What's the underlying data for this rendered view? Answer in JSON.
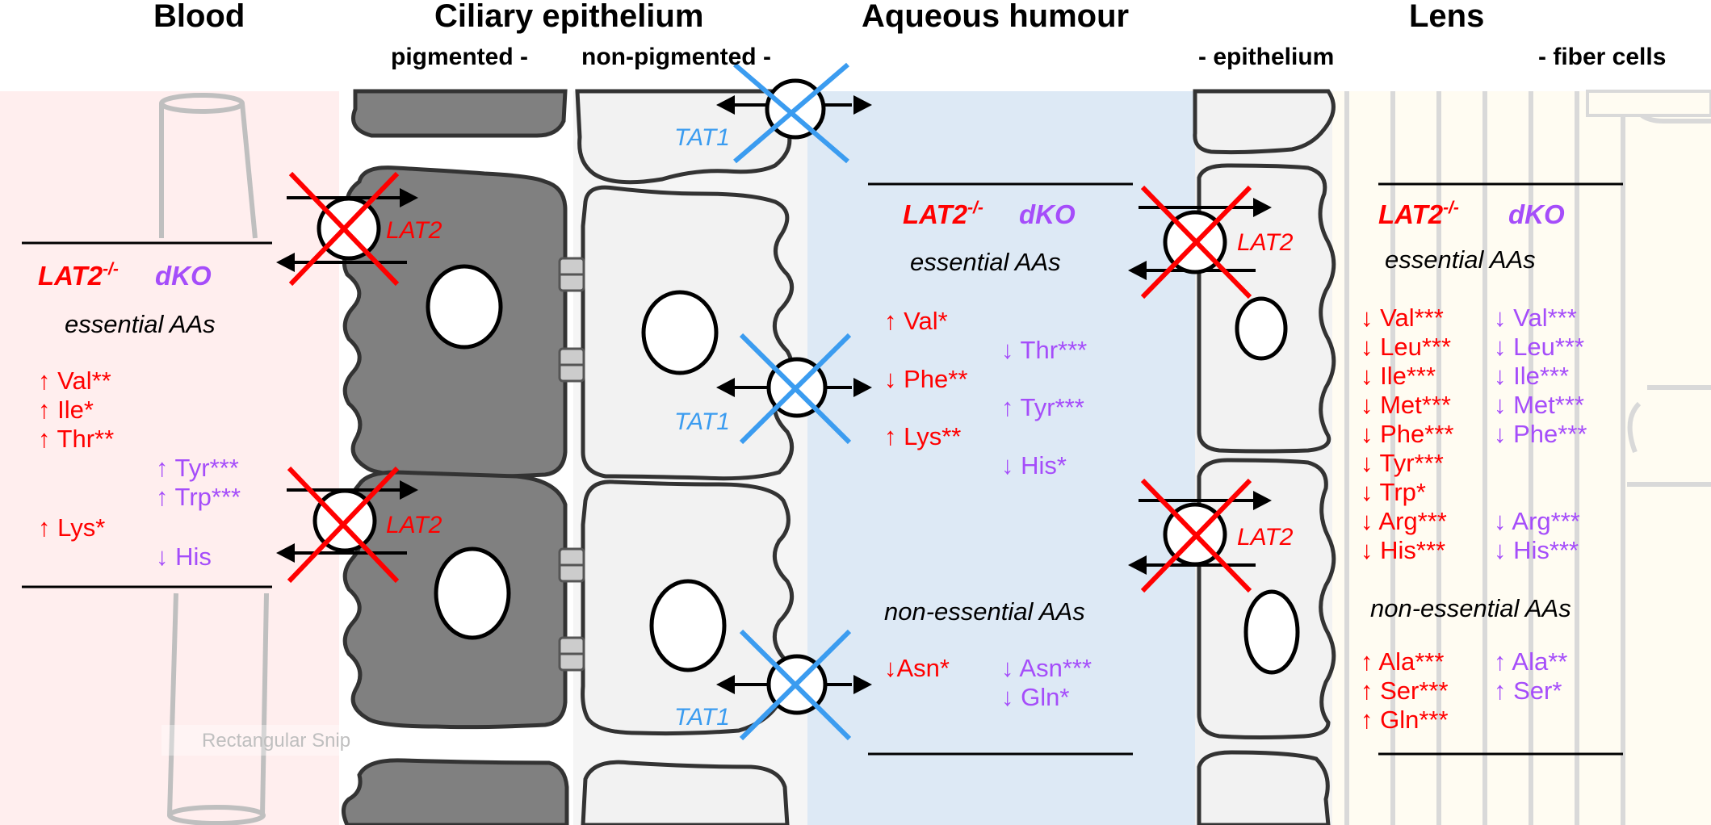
{
  "headers": {
    "blood": "Blood",
    "ciliary": "Ciliary epithelium",
    "aqueous": "Aqueous humour",
    "lens": "Lens",
    "pigmented": "pigmented -",
    "non_pigmented": "non-pigmented -",
    "lens_epithelium": "- epithelium",
    "fiber_cells": "- fiber cells"
  },
  "legend": {
    "lat2_ko": "LAT2",
    "lat2_sup": "-/-",
    "dko": "dKO",
    "essential": "essential AAs",
    "non_essential": "non-essential AAs"
  },
  "transporters": {
    "lat2": "LAT2",
    "tat1": "TAT1"
  },
  "blood_panel": {
    "lat2": [
      "↑ Val**",
      "↑ Ile*",
      "↑ Thr**",
      "↑ Lys*"
    ],
    "dko": [
      "↑ Tyr***",
      "↑ Trp***",
      "↓ His"
    ]
  },
  "aqueous_panel": {
    "lat2_essential": [
      "↑ Val*",
      "↓ Phe**",
      "↑ Lys**"
    ],
    "dko_essential": [
      "↓ Thr***",
      "↑ Tyr***",
      "↓ His*"
    ],
    "lat2_non": [
      "↓Asn*"
    ],
    "dko_non": [
      "↓ Asn***",
      "↓ Gln*"
    ]
  },
  "lens_panel": {
    "lat2_essential": [
      "↓ Val***",
      "↓ Leu***",
      "↓ Ile***",
      "↓ Met***",
      "↓ Phe***",
      "↓ Tyr***",
      "↓ Trp*",
      "↓ Arg***",
      "↓ His***"
    ],
    "dko_essential": [
      "↓ Val***",
      "↓ Leu***",
      "↓ Ile***",
      "↓ Met***",
      "↓ Phe***",
      "↓ Arg***",
      "↓ His***"
    ],
    "lat2_non": [
      "↑ Ala***",
      "↑ Ser***",
      "↑ Gln***"
    ],
    "dko_non": [
      "↑ Ala**",
      "↑ Ser*"
    ]
  },
  "watermark": "Rectangular Snip",
  "colors": {
    "lat2": "#ff0000",
    "dko": "#a54dfa",
    "tat1": "#3b9cf0",
    "blood_bg": "#ffeeee",
    "aqueous_bg": "#dde9f5",
    "lens_bg": "#fffcf2",
    "pigmented_cell": "#808080",
    "nonpigmented_cell": "#f2f2f2"
  }
}
